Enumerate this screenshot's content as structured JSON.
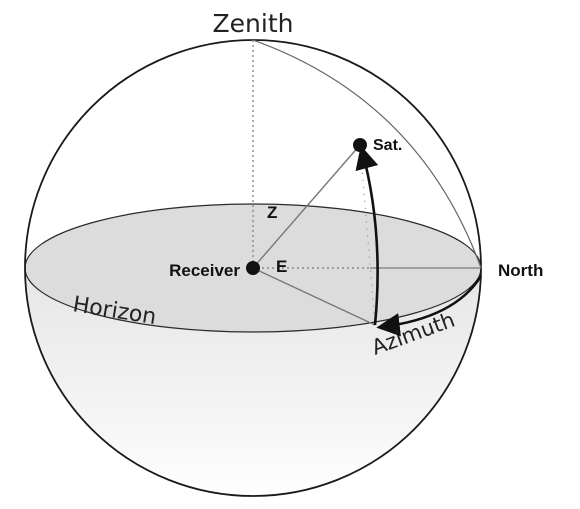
{
  "labels": {
    "zenith": "Zenith",
    "satellite": "Sat.",
    "zenith_angle": "Z",
    "elevation_angle": "E",
    "receiver": "Receiver",
    "north": "North",
    "horizon": "Horizon",
    "azimuth": "Azimuth"
  },
  "colors": {
    "outline": "#1a1a1a",
    "horizon_top_fill": "#dcdcdc",
    "lower_hemisphere_top": "#eeeeee",
    "lower_hemisphere_bottom": "#ffffff",
    "dotted_lines": "#8a8a8a",
    "construction_lines": "#7a7a7a"
  }
}
